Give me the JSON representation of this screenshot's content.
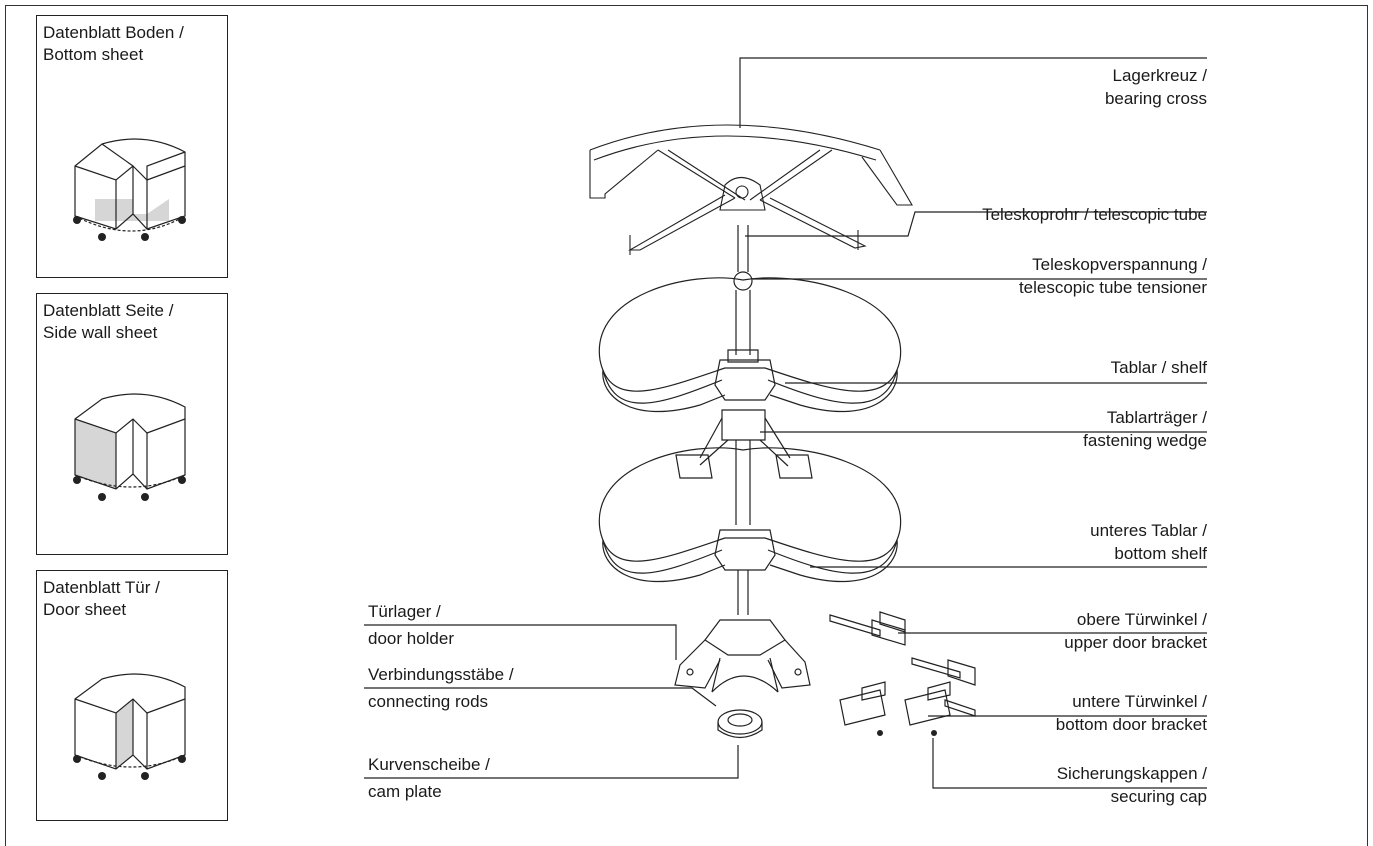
{
  "sheets": [
    {
      "line1": "Datenblatt Boden /",
      "line2": "Bottom sheet",
      "highlight": "bottom"
    },
    {
      "line1": "Datenblatt Seite /",
      "line2": "Side wall sheet",
      "highlight": "side"
    },
    {
      "line1": "Datenblatt Tür /",
      "line2": "Door sheet",
      "highlight": "door"
    }
  ],
  "parts_right": [
    {
      "line1": "Lagerkreuz /",
      "line2": "bearing cross"
    },
    {
      "line1": "Teleskoprohr / telescopic tube",
      "line2": ""
    },
    {
      "line1": "Teleskopverspannung /",
      "line2": "telescopic tube tensioner"
    },
    {
      "line1": "Tablar / shelf",
      "line2": ""
    },
    {
      "line1": "Tablarträger /",
      "line2": "fastening wedge"
    },
    {
      "line1": "unteres Tablar /",
      "line2": "bottom shelf"
    },
    {
      "line1": "obere Türwinkel /",
      "line2": "upper door bracket"
    },
    {
      "line1": "untere Türwinkel /",
      "line2": "bottom door bracket"
    },
    {
      "line1": "Sicherungskappen /",
      "line2": "securing cap"
    }
  ],
  "parts_left": [
    {
      "line1": "Türlager /",
      "line2": "door holder"
    },
    {
      "line1": "Verbindungsstäbe /",
      "line2": "connecting rods"
    },
    {
      "line1": "Kurvenscheibe /",
      "line2": "cam plate"
    }
  ],
  "colors": {
    "line": "#222222",
    "fill_highlight": "#d6d6d6"
  }
}
